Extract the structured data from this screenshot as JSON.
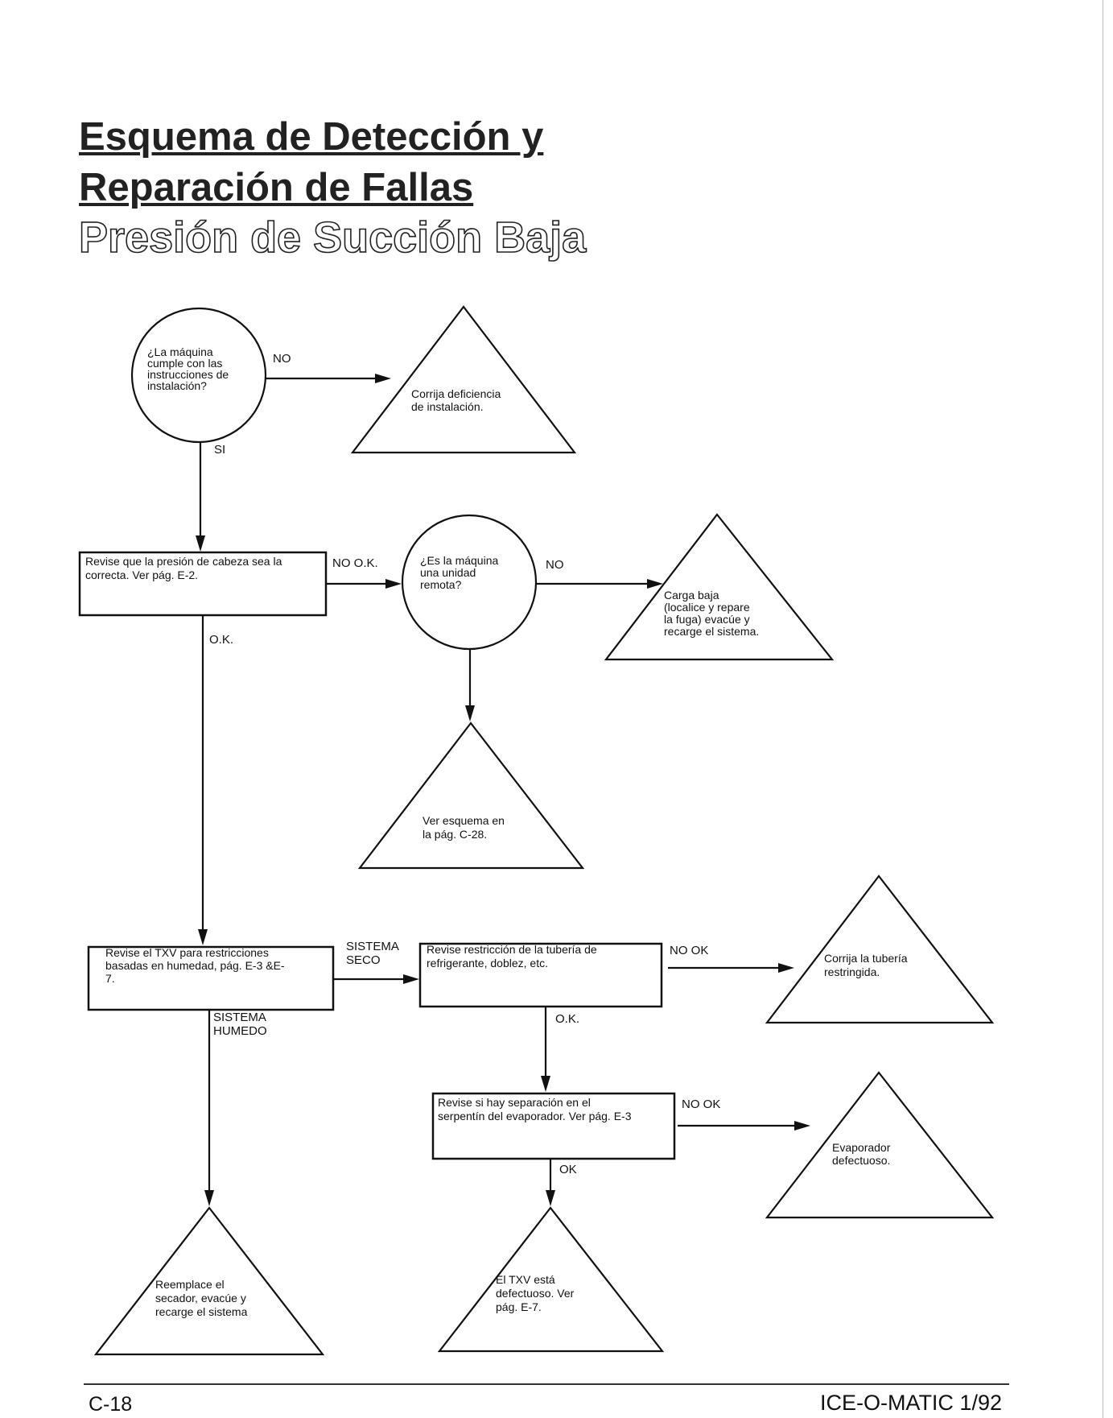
{
  "header": {
    "title_line1": "Esquema de Detección y",
    "title_line2": "Reparación de Fallas",
    "subtitle": "Presión de Succión Baja"
  },
  "nodes": {
    "q_install": [
      "¿La máquina",
      "cumple con  las",
      "instrucciones de",
      "instalación?"
    ],
    "fix_install": [
      "Corrija deficiencia",
      "de instalación."
    ],
    "check_head_pressure": [
      "Revise que la presión de cabeza sea la",
      "correcta.  Ver pág. E-2."
    ],
    "q_remote": [
      "¿Es la máquina",
      "una unidad",
      "remota?"
    ],
    "low_charge": [
      "Carga baja",
      "(localice y repare",
      "la fuga) evacúe y",
      "recarge el sistema."
    ],
    "see_c28": [
      "Ver esquema en",
      "la pág. C-28."
    ],
    "check_txv_moisture": [
      "Revise el TXV para restricciones",
      "basadas en humedad, pág.  E-3 &E-",
      "7."
    ],
    "check_line_restriction": [
      "Revise restricción de la tubería de",
      "refrigerante, doblez, etc."
    ],
    "fix_line": [
      "Corrija la tubería",
      "restringida."
    ],
    "check_evap_separation": [
      "Revise si hay separación en el",
      "serpentín del evaporador.  Ver pág. E-3"
    ],
    "evap_defective": [
      "Evaporador",
      "defectuoso."
    ],
    "replace_dryer": [
      "Reemplace el",
      "secador, evacúe y",
      "recarge el sistema"
    ],
    "txv_defective": [
      "El TXV está",
      "defectuoso.  Ver",
      "pág. E-7."
    ]
  },
  "edge_labels": {
    "install_no": "NO",
    "install_si": "SI",
    "head_not_ok": "NO O.K.",
    "head_ok": "O.K.",
    "remote_no": "NO",
    "dry_system": [
      "SISTEMA",
      "SECO"
    ],
    "wet_system": [
      "SISTEMA",
      "HUMEDO"
    ],
    "line_no_ok": "NO OK",
    "line_ok": "O.K.",
    "evap_no_ok": "NO OK",
    "evap_ok": "OK"
  },
  "footer": {
    "page_number": "C-18",
    "publisher": "ICE-O-MATIC 1/92"
  }
}
